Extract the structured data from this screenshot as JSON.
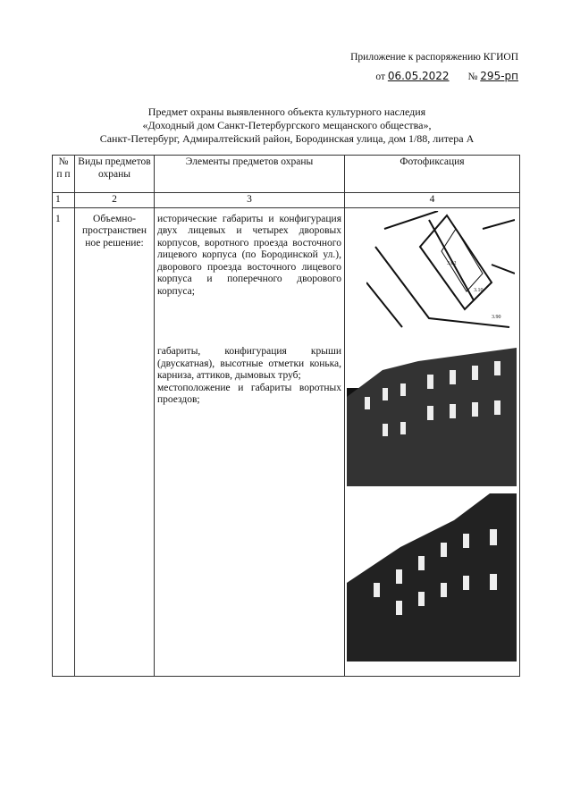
{
  "header": {
    "line1": "Приложение к распоряжению КГИОП",
    "from": "от",
    "date": "06.05.2022",
    "num_label": "№",
    "num": "295-рп"
  },
  "title": {
    "line1": "Предмет охраны выявленного объекта культурного наследия",
    "line2": "«Доходный дом Санкт-Петербургского мещанского общества»,",
    "line3": "Санкт-Петербург, Адмиралтейский район, Бородинская улица, дом 1/88, литера А"
  },
  "table": {
    "headers": [
      "№ п п",
      "Виды предметов охраны",
      "Элементы предметов охраны",
      "Фотофиксация"
    ],
    "numbers": [
      "1",
      "2",
      "3",
      "4"
    ],
    "rows": [
      {
        "n": "1",
        "type": "Объемно-пространствен ное решение:",
        "elements": [
          "исторические габариты и конфигурация двух лицевых и четырех дворовых корпусов, воротного проезда восточного лицевого корпуса (по Бородинской ул.), дворового проезда восточного лицевого корпуса и поперечного дворового корпуса;",
          "габариты, конфигурация крыши (двускатная), высотные отметки конька, карниза, аттиков, дымовых труб;",
          "местоположение и габариты воротных проездов;"
        ]
      }
    ]
  }
}
